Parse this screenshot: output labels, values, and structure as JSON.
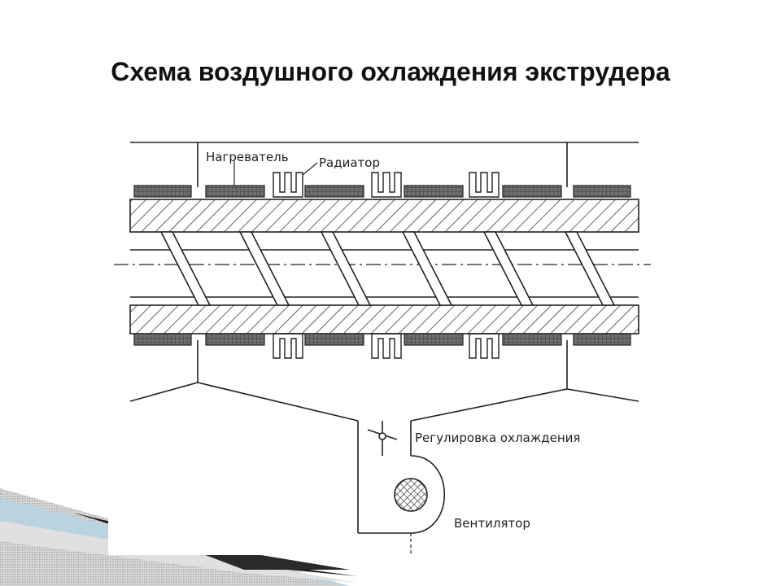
{
  "slide": {
    "title": "Схема воздушного охлаждения экструдера"
  },
  "diagram": {
    "labels": {
      "heater": "Нагреватель",
      "radiator": "Радиатор",
      "cooling_control": "Регулировка охлаждения",
      "fan": "Вентилятор"
    },
    "colors": {
      "line": "#222222",
      "heater_fill": "#6e6e6e",
      "decoration_dark": "#1a1a1a",
      "decoration_light": "#9fc3d6",
      "decoration_grey": "#c9c9c9"
    }
  }
}
